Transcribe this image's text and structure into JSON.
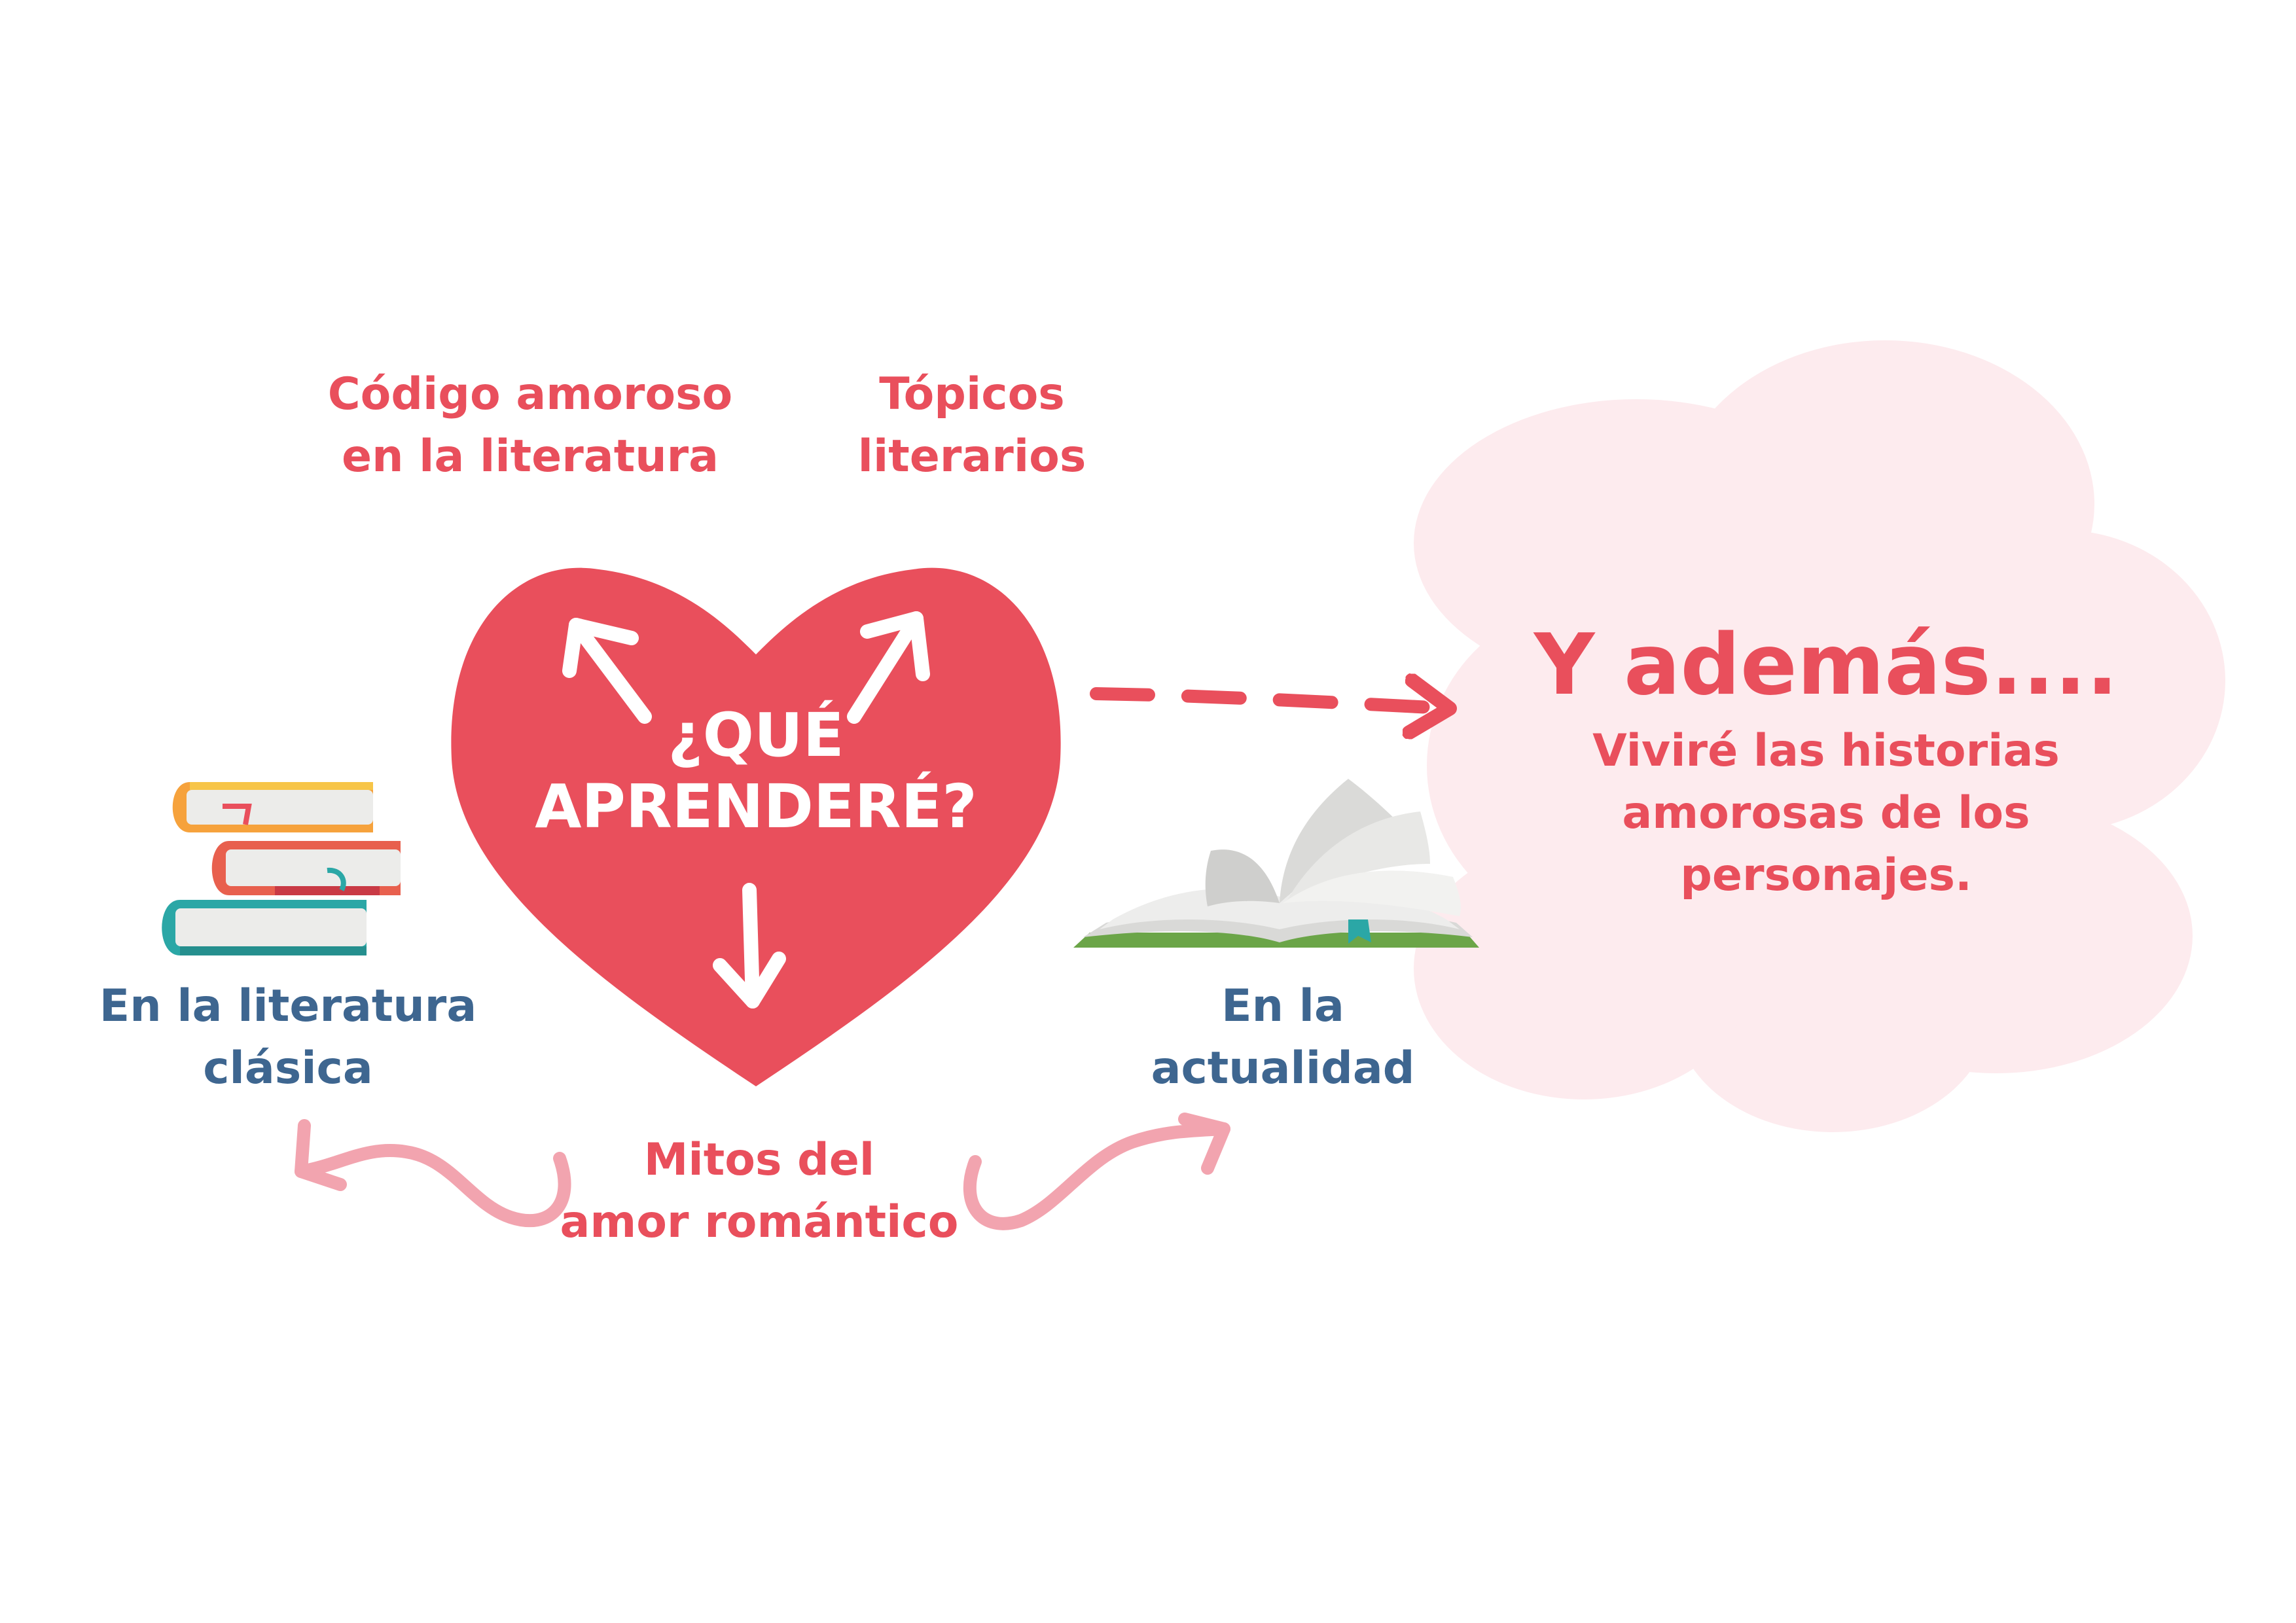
{
  "colors": {
    "accent_red": "#E94F5C",
    "label_blue": "#3E6690",
    "cloud_pink": "#FDEBEE",
    "wave_pink": "#F2A4AF"
  },
  "icons": [
    "heart-icon",
    "stacked-books-icon",
    "open-book-icon",
    "cloud-shape",
    "dashed-arrow-icon",
    "wavy-arrow-icon"
  ],
  "heart": {
    "line1": "¿QUÉ",
    "line2": "APRENDERÉ?"
  },
  "topics": {
    "codigo_line1": "Código amoroso",
    "codigo_line2": "en la literatura",
    "topicos_line1": "Tópicos",
    "topicos_line2": "literarios",
    "mitos_line1": "Mitos del",
    "mitos_line2": "amor romántico"
  },
  "eras": {
    "clasica_line1": "En la literatura",
    "clasica_line2": "clásica",
    "actual_line1": "En la",
    "actual_line2": "actualidad"
  },
  "cloud": {
    "title": "Y además....",
    "line1": "Viviré las historias",
    "line2": "amorosas de los",
    "line3": "personajes."
  }
}
